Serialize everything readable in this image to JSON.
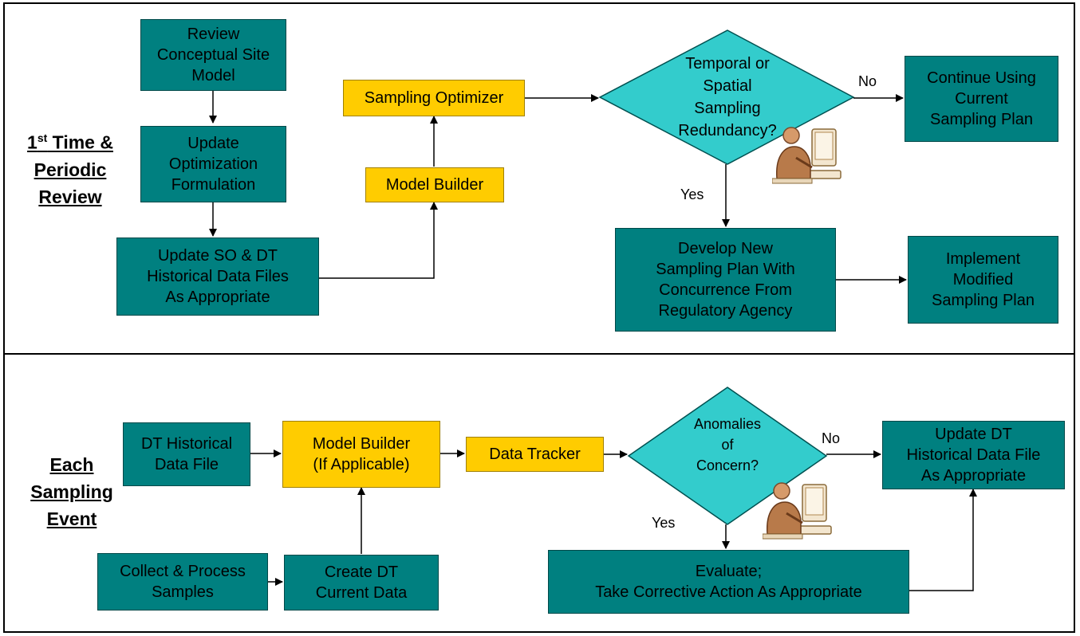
{
  "sections": {
    "top": {
      "ordinal": "1",
      "sup": "st",
      "rest_line1": " Time &",
      "line2": "Periodic",
      "line3": "Review"
    },
    "bottom": {
      "line1": "Each",
      "line2": "Sampling",
      "line3": "Event"
    }
  },
  "nodes": {
    "review_csm": "Review\nConceptual Site\nModel",
    "update_opt": "Update\nOptimization\nFormulation",
    "update_so_dt": "Update SO & DT\nHistorical Data Files\nAs Appropriate",
    "model_builder_top": "Model Builder",
    "sampling_optimizer": "Sampling Optimizer",
    "redundancy_decision": "Temporal or\nSpatial\nSampling\nRedundancy?",
    "continue_plan": "Continue Using\nCurrent\nSampling Plan",
    "develop_plan": "Develop New\nSampling Plan With\nConcurrence From\nRegulatory Agency",
    "implement_plan": "Implement\nModified\nSampling Plan",
    "dt_historical": "DT Historical\nData File",
    "model_builder_bottom": "Model Builder\n(If Applicable)",
    "data_tracker": "Data Tracker",
    "anomalies_decision": "Anomalies\nof\nConcern?",
    "update_dt_hist": "Update DT\nHistorical Data File\nAs Appropriate",
    "collect_samples": "Collect & Process\nSamples",
    "create_dt_current": "Create DT\nCurrent Data",
    "evaluate": "Evaluate;\nTake Corrective Action As Appropriate"
  },
  "edge_labels": {
    "no_top": "No",
    "yes_top": "Yes",
    "no_bottom": "No",
    "yes_bottom": "Yes"
  },
  "icons": {
    "person_at_computer": "person-at-computer-icon"
  },
  "colors": {
    "process": "#008080",
    "decision": "#33cccc",
    "tool": "#ffcc00",
    "line": "#000000"
  }
}
